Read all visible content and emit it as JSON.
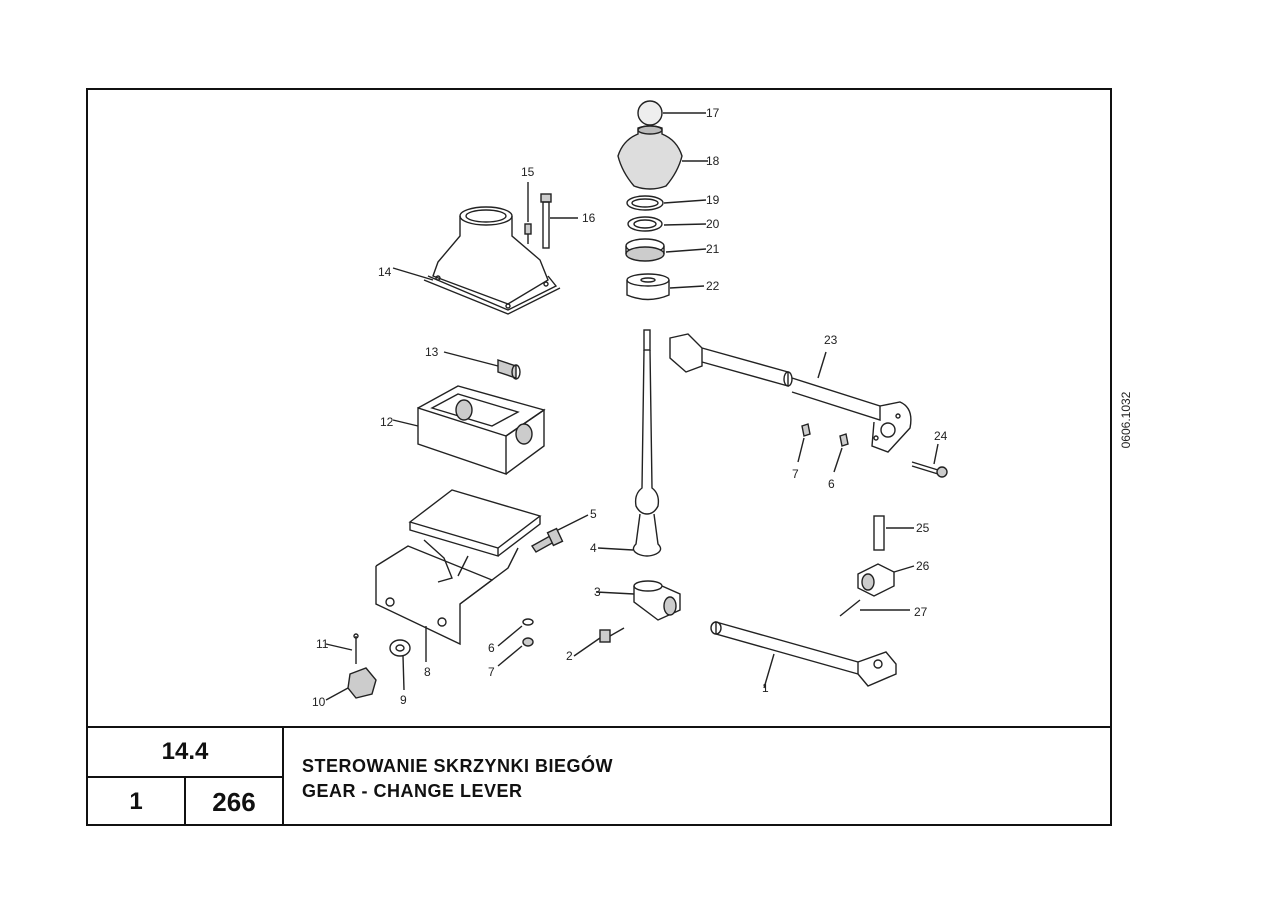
{
  "doc": {
    "section": "14.4",
    "volume": "1",
    "page": "266",
    "title_pl": "STEROWANIE SKRZYNKI BIEGÓW",
    "title_en": "GEAR - CHANGE LEVER",
    "drawing_code": "0606.1032"
  },
  "callouts": [
    {
      "n": "17"
    },
    {
      "n": "18"
    },
    {
      "n": "19"
    },
    {
      "n": "20"
    },
    {
      "n": "21"
    },
    {
      "n": "22"
    },
    {
      "n": "15"
    },
    {
      "n": "16"
    },
    {
      "n": "14"
    },
    {
      "n": "13"
    },
    {
      "n": "12"
    },
    {
      "n": "23"
    },
    {
      "n": "24"
    },
    {
      "n": "7"
    },
    {
      "n": "6"
    },
    {
      "n": "25"
    },
    {
      "n": "26"
    },
    {
      "n": "27"
    },
    {
      "n": "5"
    },
    {
      "n": "4"
    },
    {
      "n": "3"
    },
    {
      "n": "2"
    },
    {
      "n": "6"
    },
    {
      "n": "7"
    },
    {
      "n": "11"
    },
    {
      "n": "10"
    },
    {
      "n": "9"
    },
    {
      "n": "8"
    },
    {
      "n": "1"
    }
  ]
}
